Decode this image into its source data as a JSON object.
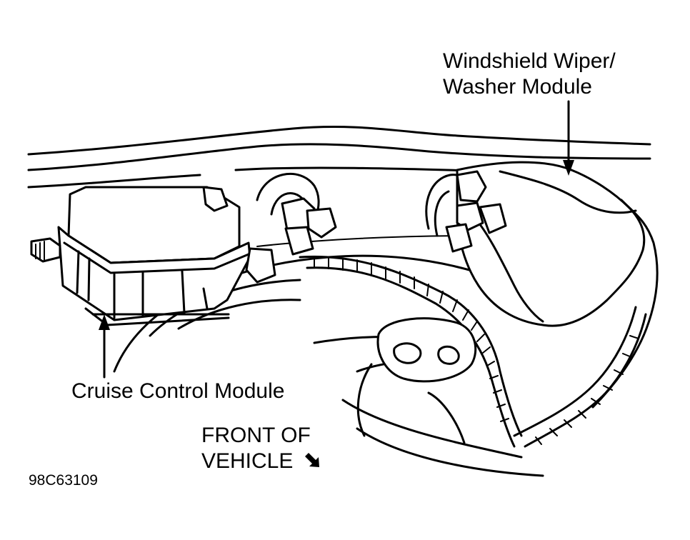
{
  "labels": {
    "wiper_line1": "Windshield Wiper/",
    "wiper_line2": "Washer Module",
    "cruise": "Cruise Control Module",
    "front_line1": "FRONT OF",
    "front_line2": "VEHICLE",
    "figure_id": "98C63109"
  },
  "icons": {
    "front_arrow": "diagonal-arrow-down-right-icon"
  }
}
